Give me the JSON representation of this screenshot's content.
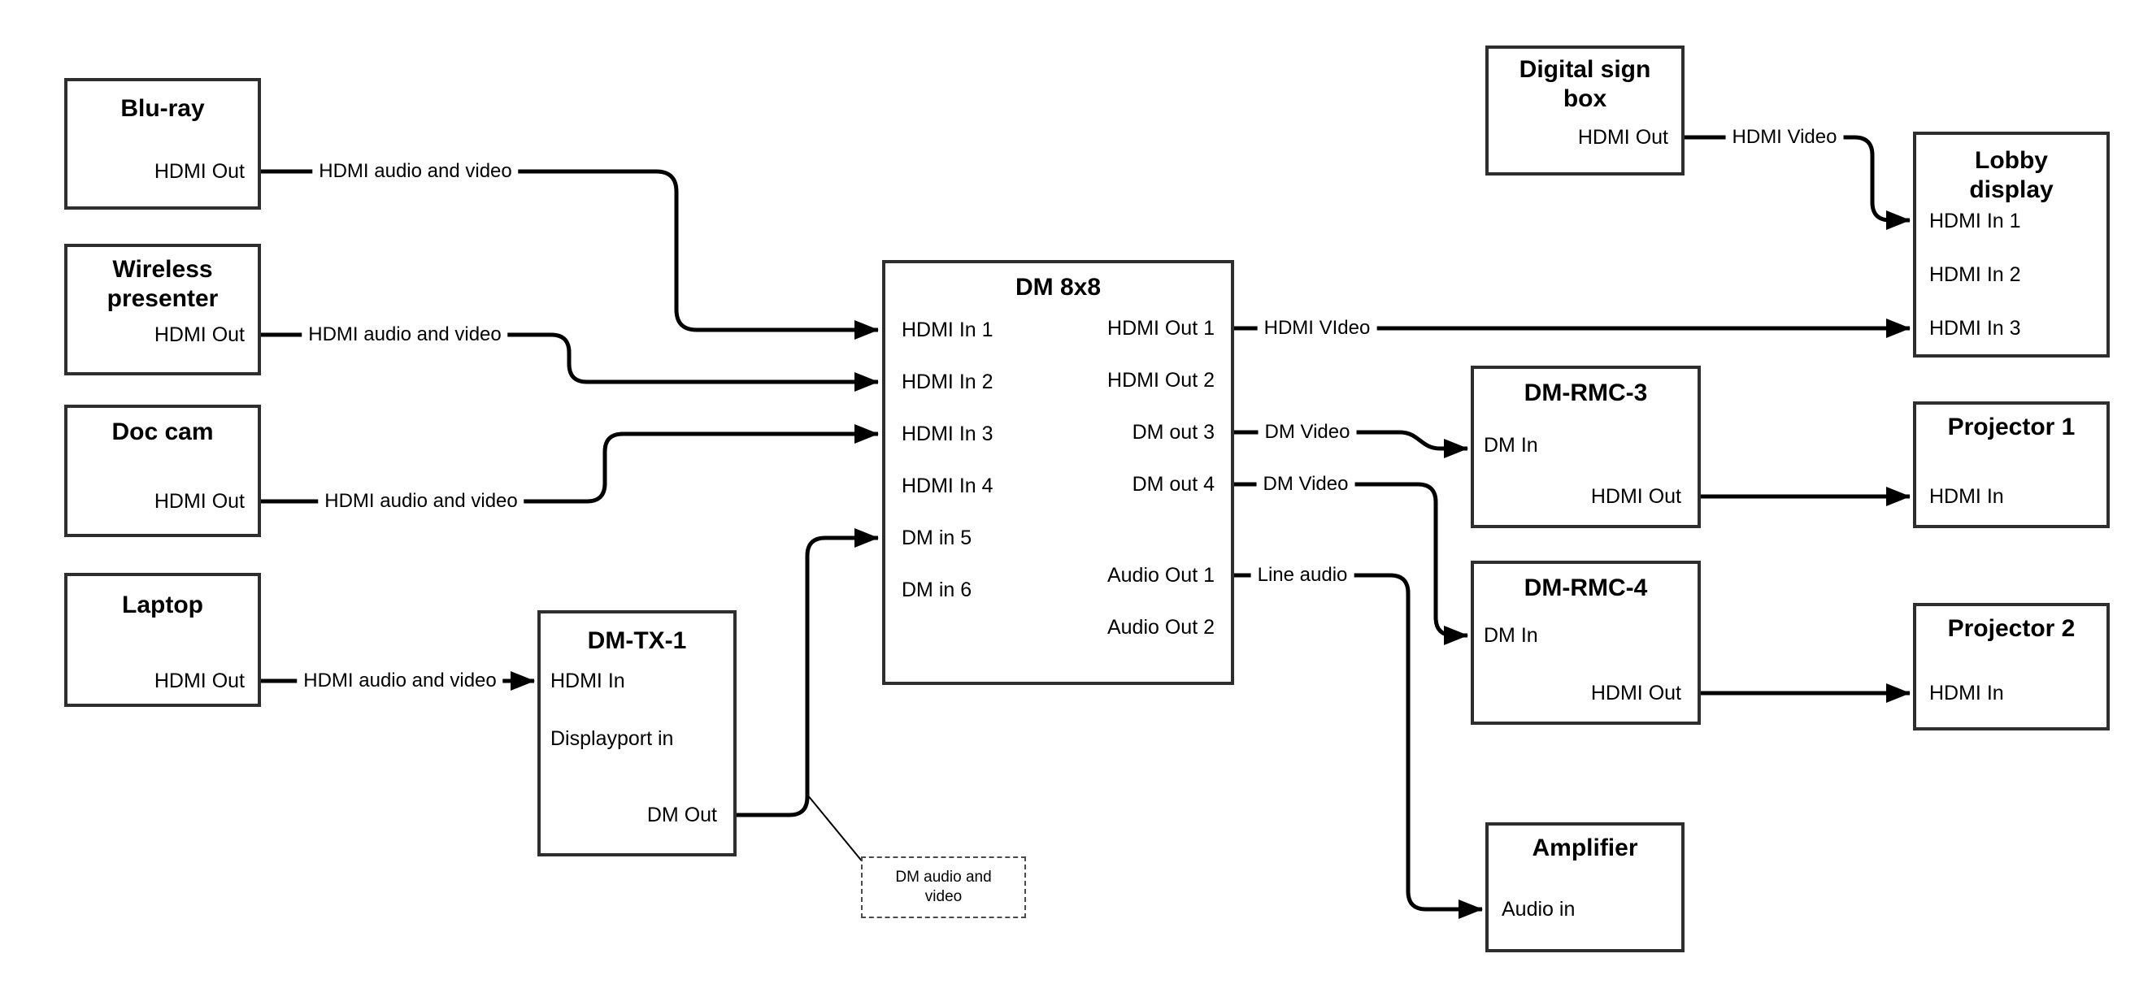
{
  "canvas": {
    "background": "#ffffff",
    "line_color": "#000000",
    "box_border_color": "#2e2e2e"
  },
  "nodes": {
    "blu_ray": {
      "title": "Blu-ray",
      "port_hdmi_out": "HDMI Out"
    },
    "wireless_presenter": {
      "title": "Wireless presenter",
      "port_hdmi_out": "HDMI Out"
    },
    "doc_cam": {
      "title": "Doc cam",
      "port_hdmi_out": "HDMI Out"
    },
    "laptop": {
      "title": "Laptop",
      "port_hdmi_out": "HDMI Out"
    },
    "dm_tx_1": {
      "title": "DM-TX-1",
      "port_hdmi_in": "HDMI In",
      "port_displayport_in": "Displayport in",
      "port_dm_out": "DM Out"
    },
    "dm_8x8": {
      "title": "DM 8x8",
      "inputs": [
        "HDMI In 1",
        "HDMI In 2",
        "HDMI In 3",
        "HDMI In 4",
        "DM in 5",
        "DM in 6"
      ],
      "outputs": [
        "HDMI Out 1",
        "HDMI Out 2",
        "DM out 3",
        "DM out 4",
        "Audio Out 1",
        "Audio Out 2"
      ]
    },
    "digital_sign_box": {
      "title": "Digital sign box",
      "port_hdmi_out": "HDMI Out"
    },
    "lobby_display": {
      "title": "Lobby display",
      "inputs": [
        "HDMI In 1",
        "HDMI In 2",
        "HDMI In 3"
      ]
    },
    "dm_rmc_3": {
      "title": "DM-RMC-3",
      "port_dm_in": "DM In",
      "port_hdmi_out": "HDMI Out"
    },
    "projector_1": {
      "title": "Projector 1",
      "port_hdmi_in": "HDMI In"
    },
    "dm_rmc_4": {
      "title": "DM-RMC-4",
      "port_dm_in": "DM In",
      "port_hdmi_out": "HDMI Out"
    },
    "projector_2": {
      "title": "Projector 2",
      "port_hdmi_in": "HDMI In"
    },
    "amplifier": {
      "title": "Amplifier",
      "port_audio_in": "Audio in"
    }
  },
  "connection_labels": {
    "bluray_dm8x8": "HDMI audio and video",
    "wireless_dm8x8": "HDMI audio and video",
    "doccam_dm8x8": "HDMI audio and video",
    "laptop_dmtx1": "HDMI audio and video",
    "signbox_lobby": "HDMI Video",
    "dm8x8_lobby": "HDMI VIdeo",
    "dm8x8_rmc3": "DM Video",
    "dm8x8_rmc4": "DM Video",
    "dm8x8_amplifier": "Line audio"
  },
  "note": {
    "text": "DM audio and video"
  }
}
